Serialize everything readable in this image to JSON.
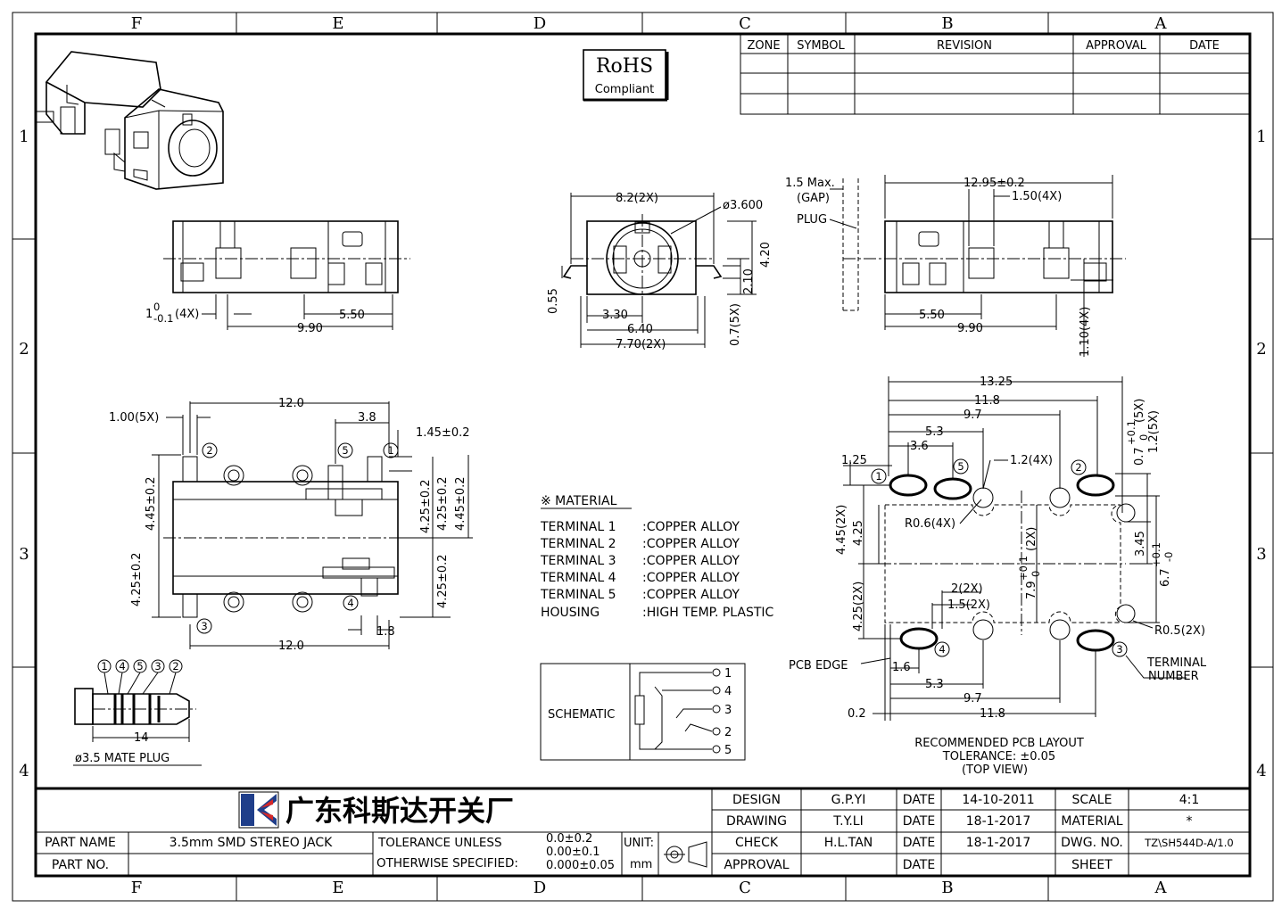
{
  "zones_columns": [
    "F",
    "E",
    "D",
    "C",
    "B",
    "A"
  ],
  "zones_rows": [
    "1",
    "2",
    "3",
    "4"
  ],
  "rohs": {
    "line1": "RoHS",
    "line2": "Compliant"
  },
  "revision_table": {
    "headers": [
      "ZONE",
      "SYMBOL",
      "REVISION",
      "APPROVAL",
      "DATE"
    ]
  },
  "dims": {
    "front_w": "8.2(2X)",
    "front_dia": "ø3.600",
    "front_h1": "4.20",
    "front_h2": "2.10",
    "front_h3": "0.7(5X)",
    "front_055": "0.55",
    "front_330": "3.30",
    "front_640": "6.40",
    "front_770": "7.70(2X)",
    "left_1": "1",
    "left_1tol": "0",
    "left_1tol2": "-0.1",
    "left_4x": "(4X)",
    "left_550": "5.50",
    "left_990": "9.90",
    "right_gap1": "1.5 Max.",
    "right_gap2": "(GAP)",
    "right_plug": "PLUG",
    "right_1295": "12.95±0.2",
    "right_150": "1.50(4X)",
    "right_550": "5.50",
    "right_990": "9.90",
    "right_110": "1.10(4X)",
    "top_100": "1.00(5X)",
    "top_120a": "12.0",
    "top_38": "3.8",
    "top_145": "1.45±0.2",
    "top_445a": "4.45±0.2",
    "top_425a": "4.25±0.2",
    "top_425b": "4.25±0.2",
    "top_445b": "4.45±0.2",
    "top_425c": "4.25±0.2",
    "top_425d": "4.25±0.2",
    "top_120b": "12.0",
    "top_18": "1.8",
    "plug_14": "14",
    "plug_label": "ø3.5 MATE PLUG"
  },
  "pcb_dims": {
    "w1325": "13.25",
    "w118": "11.8",
    "w97": "9.7",
    "w53": "5.3",
    "w36": "3.6",
    "w125": "1.25",
    "w12": "1.2(4X)",
    "r06": "R0.6(4X)",
    "h445": "4.45(2X)",
    "h425": "4.25",
    "h425b": "4.25(2X)",
    "v79": "7.9",
    "v79t": "+0.1",
    "v79b": "0",
    "v79x": "(2X)",
    "v07": "0.7",
    "v07t": "+0.1",
    "v07b": "0",
    "v07x": "(5X)",
    "v12": "1.2(5X)",
    "v345": "3.45",
    "v67": "6.7",
    "v67t": "+0.1",
    "v67b": "-0",
    "w2": "2(2X)",
    "w15": "1.5(2X)",
    "r05": "R0.5(2X)",
    "pcb_edge": "PCB EDGE",
    "w16": "1.6",
    "w53b": "5.3",
    "w97b": "9.7",
    "w02": "0.2",
    "w118b": "11.8",
    "term1": "TERMINAL",
    "term2": "NUMBER",
    "cap1": "RECOMMENDED PCB LAYOUT",
    "cap2": "TOLERANCE: ±0.05",
    "cap3": "(TOP VIEW)"
  },
  "material": {
    "title": "※ MATERIAL",
    "rows": [
      {
        "name": "TERMINAL 1",
        "value": ":COPPER ALLOY"
      },
      {
        "name": "TERMINAL 2",
        "value": ":COPPER ALLOY"
      },
      {
        "name": "TERMINAL 3",
        "value": ":COPPER ALLOY"
      },
      {
        "name": "TERMINAL 4",
        "value": ":COPPER ALLOY"
      },
      {
        "name": "TERMINAL 5",
        "value": ":COPPER ALLOY"
      },
      {
        "name": "HOUSING",
        "value": ":HIGH TEMP. PLASTIC"
      }
    ]
  },
  "schematic": {
    "label": "SCHEMATIC",
    "pins": [
      "1",
      "4",
      "3",
      "2",
      "5"
    ]
  },
  "title_block": {
    "company": "广东科斯达开关厂",
    "part_name_label": "PART NAME",
    "part_name": "3.5mm SMD STEREO JACK",
    "part_no_label": "PART NO.",
    "tolerance_label1": "TOLERANCE UNLESS",
    "tolerance_label2": "OTHERWISE SPECIFIED:",
    "tol1": "0.0±0.2",
    "tol2": "0.00±0.1",
    "tol3": "0.000±0.05",
    "unit_label": "UNIT:",
    "unit": "mm",
    "design_label": "DESIGN",
    "design": "G.P.YI",
    "drawing_label": "DRAWING",
    "drawing": "T.Y.LI",
    "check_label": "CHECK",
    "check": "H.L.TAN",
    "approval_label": "APPROVAL",
    "date_label": "DATE",
    "date1": "14-10-2011",
    "date2": "18-1-2017",
    "date3": "18-1-2017",
    "scale_label": "SCALE",
    "scale": "4:1",
    "material_label": "MATERIAL",
    "material": "*",
    "dwg_label": "DWG. NO.",
    "dwg": "TZ\\SH544D-A/1.0",
    "sheet_label": "SHEET"
  }
}
